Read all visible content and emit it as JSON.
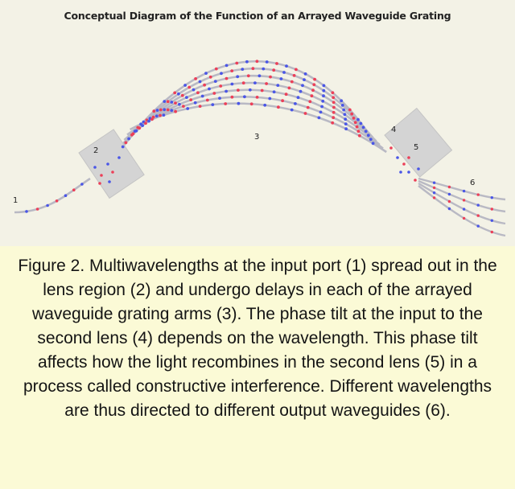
{
  "diagram": {
    "title": "Conceptual Diagram of the Function of an Arrayed Waveguide Grating",
    "labels": [
      "1",
      "2",
      "3",
      "4",
      "5",
      "6"
    ],
    "colors": {
      "waveguide": "#b9b9c4",
      "lens_region": "#d4d4d4",
      "wavelength_a": "#ec3f58",
      "wavelength_b": "#4a56e6"
    }
  },
  "caption": {
    "text": "Figure 2. Multiwavelengths at the input port (1) spread out in the lens region (2) and undergo delays in each of the arrayed waveguide grating arms (3). The phase tilt at the input to the second lens (4) depends on the wavelength. This phase tilt affects how the light recombines in the second lens (5) in a process called constructive interference. Different wavelengths are thus directed to different output waveguides (6)."
  }
}
